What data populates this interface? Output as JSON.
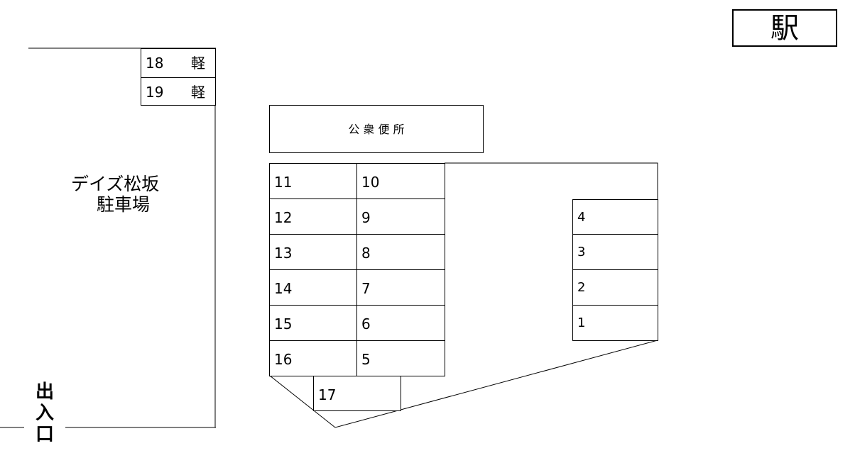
{
  "station_label": "駅",
  "toilet_label": "公 衆 便 所",
  "lot_name_line1": "デイズ松坂",
  "lot_name_line2": "駐車場",
  "entrance_chars": [
    "出",
    "入",
    "口"
  ],
  "kei_slots": [
    {
      "number": "18",
      "type": "軽"
    },
    {
      "number": "19",
      "type": "軽"
    }
  ],
  "left_column_slots": [
    "11",
    "12",
    "13",
    "14",
    "15",
    "16"
  ],
  "middle_column_slots": [
    "10",
    "9",
    "8",
    "7",
    "6",
    "5"
  ],
  "right_column_slots": [
    "4",
    "3",
    "2",
    "1"
  ],
  "bottom_slot": "17"
}
